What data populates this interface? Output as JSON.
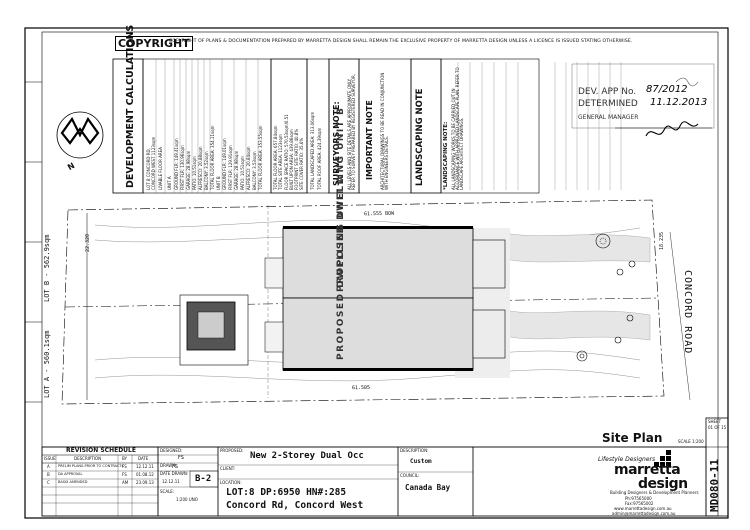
{
  "copyright": {
    "title": "COPYRIGHT",
    "text": "COPYRIGHT OF PLANS & DOCUMENTATION PREPARED BY MARRETTA DESIGN SHALL REMAIN THE EXCLUSIVE PROPERTY OF MARRETTA DESIGN UNLESS A LICENCE IS ISSUED STATING OTHERWISE."
  },
  "dev_calc": {
    "heading": "DEVELOPMENT CALCULATIONS",
    "lines": [
      "LOT 8 CONCORD RD,",
      "CONCORD WEST 1123sqm",
      "LIVABLE FLOOR AREA",
      "UNIT A",
      "GROUND FLR: 149.41sqm",
      "FIRST FLR: 130.96sqm",
      "GARAGE: 28.98sqm",
      "PATIO: 10.51sqm",
      "ALFRESCO: 20.88sqm",
      "BALCONY: 3.52sqm",
      "TOTAL FLOOR AREA: 354.11sqm"
    ],
    "lines_b": [
      "UNIT B",
      "GROUND FLR: 149.01sqm",
      "FIRST FLR: 129.91sqm",
      "GARAGE: 28.98sqm",
      "PATIO: 10.51sqm",
      "ALFRESCO: 20.84sqm",
      "BALCONY: 3.53sqm",
      "TOTAL FLOOR AREA: 353.55sqm"
    ],
    "summary": [
      "TOTAL FLOOR AREA: 657.84sqm",
      "TOTAL SITE AREA: 1123sqm",
      "FLOOR SPACE RATIO: 570.53sqm/0.51",
      "BUILT UPON AREA: 439.86sqm",
      "FOOTPRINT SITE RATIO: 40.8%",
      "SITE COVER RATIO: 35.6%",
      "TOTAL LANDSCAPED AREA: 313.06sqm",
      "TOTAL ROOF AREA: 424.39sqm"
    ]
  },
  "surveyor_note": {
    "heading": "SURVEYORS NOTE:",
    "text": "ALL LEVELS AND SITE DETAILS ARE APPROXIMATE ONLY. REFER TO SURVEY PREPARED BY REGISTERED SURVEYOR."
  },
  "important_note": {
    "heading": "IMPORTANT NOTE",
    "text": "ARCHITECTURAL DRAWINGS TO BE READ IN CONJUNCTION WITH ENGINEERS DETAILS."
  },
  "landscaping_note": {
    "heading": "LANDSCAPING NOTE",
    "bullet": "*LANDSCAPING NOTE:",
    "text": "ALL LANDSCAPING WORKS TO BE CARRIED OUT IN ACCORDANCE WITH APPROVED LANDSCAPE PLAN. REFER TO LANDSCAPE ARCHITECT DRAWINGS."
  },
  "council_stamp": {
    "dev_app_label": "DEV. APP No.",
    "dev_app_value": "87/2012",
    "determined_label": "DETERMINED",
    "determined_value": "11.12.2013",
    "manager_label": "GENERAL MANAGER"
  },
  "plan": {
    "lot_a": "LOT A - 560.1sqm",
    "lot_b": "LOT B - 562.9sqm",
    "unit_b_label": "PROPOSED DWELLING UNIT B",
    "unit_a_label": "PROPOSED DWELLING UNIT A",
    "road": "CONCORD ROAD",
    "dim_top": "61.555 BOW",
    "dim_bottom": "61.505",
    "dim_left": "22.320",
    "dim_right": "18.235",
    "north": "N"
  },
  "revision": {
    "title": "REVISION SCHEDULE",
    "headers": [
      "ISSUE",
      "DESCRIPTION",
      "BY",
      "DATE"
    ],
    "rows": [
      [
        "A",
        "PRELIM PLANS-PRIOR TO CONTRACTS",
        "FS",
        "12.12.11"
      ],
      [
        "B",
        "DA APPROVAL",
        "FS",
        "01.08.12"
      ],
      [
        "C",
        "BASIX AMENDED",
        "AM",
        "23.09.13"
      ]
    ]
  },
  "title_block": {
    "designed_label": "DESIGNED:",
    "designed_value": "FS",
    "drawn_label": "DRAWN:",
    "drawn_value": "FS",
    "date_label": "DATE DRAWN:",
    "date_value": "12.12.11",
    "scale_label": "SCALE:",
    "scale_value": "1:200 UNO",
    "drawing_no": "B-2",
    "proposed_label": "PROPOSED:",
    "proposed_value": "New 2-Storey Dual Occ",
    "client_label": "CLIENT:",
    "location_label": "LOCATION:",
    "location_line1": "LOT:8 DP:6950 HN#:285",
    "location_line2": "Concord Rd, Concord West",
    "description_label": "DESCRIPTION:",
    "description_value": "Custom",
    "council_label": "COUNCIL:",
    "council_value": "Canada Bay",
    "sheet_title": "Site Plan",
    "sheet_scale": "SCALE 1:200",
    "job_no": "MD080-11",
    "sheet_label": "SHEET",
    "sheet_value": "01 OF 15",
    "brand_tagline": "Lifestyle Designers",
    "brand_name1": "marretta",
    "brand_name2": "design",
    "brand_sub": "Building Designers & Development Planners",
    "contact1": "Ph:97565000",
    "contact2": "Fax:97565002",
    "contact3": "www.marrettadesign.com.au",
    "contact4": "admin@marrettadesign.com.au"
  }
}
